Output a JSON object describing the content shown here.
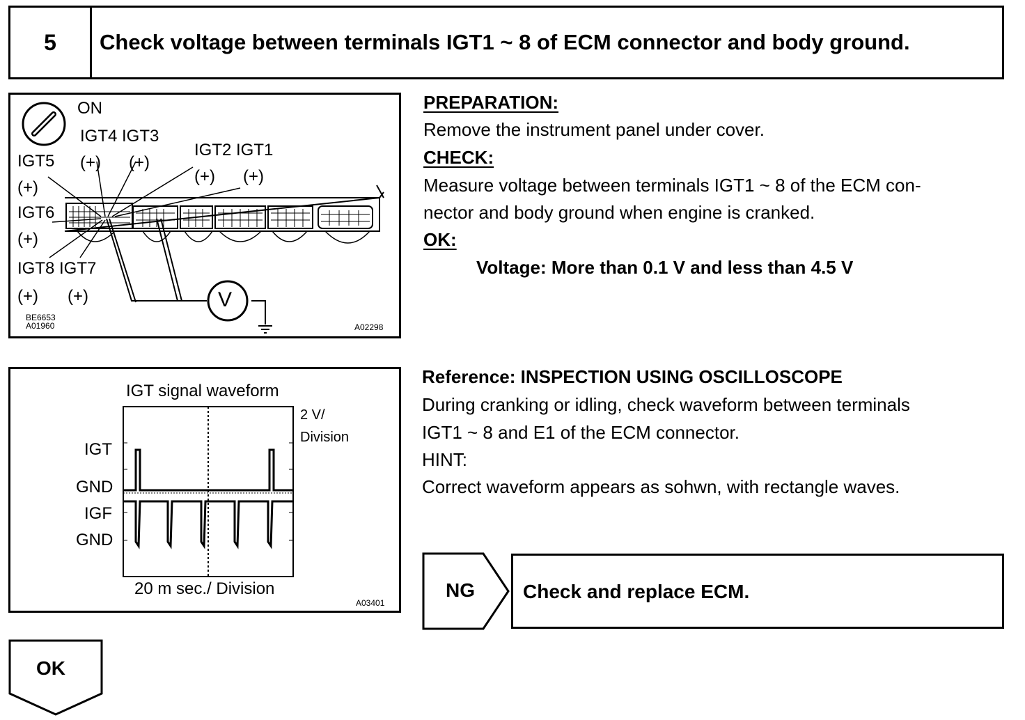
{
  "step": {
    "number": "5",
    "title": "Check voltage between terminals IGT1 ~ 8 of ECM connector and body ground."
  },
  "figure1": {
    "ignition_label": "ON",
    "terminals": {
      "igt4_igt3": "IGT4 IGT3",
      "igt4_plus": "(+)",
      "igt3_plus": "(+)",
      "igt2_igt1": "IGT2 IGT1",
      "igt2_plus": "(+)",
      "igt1_plus": "(+)",
      "igt5": "IGT5",
      "igt5_plus": "(+)",
      "igt6": "IGT6",
      "igt6_plus": "(+)",
      "igt8_igt7": "IGT8 IGT7",
      "igt8_plus": "(+)",
      "igt7_plus": "(+)"
    },
    "meter_symbol": "V",
    "code_left_1": "BE6653",
    "code_left_2": "A01960",
    "code_right": "A02298"
  },
  "preparation": {
    "heading": "PREPARATION:",
    "text": "Remove the instrument panel under cover."
  },
  "check": {
    "heading": "CHECK:",
    "line1": "Measure voltage between terminals IGT1 ~ 8 of the ECM con-",
    "line2": "nector and body ground when engine is cranked."
  },
  "ok_section": {
    "heading": "OK:",
    "spec": "Voltage: More than 0.1 V and less than 4.5 V"
  },
  "figure2": {
    "title": "IGT signal waveform",
    "scale_v_1": "2 V/",
    "scale_v_2": "Division",
    "label_igt": "IGT",
    "label_gnd1": "GND",
    "label_igf": "IGF",
    "label_gnd2": "GND",
    "scale_t": "20 m sec./ Division",
    "code": "A03401"
  },
  "reference": {
    "heading": "Reference: INSPECTION USING OSCILLOSCOPE",
    "line1": "During cranking or idling, check waveform between terminals",
    "line2": "IGT1 ~ 8 and E1 of the ECM connector.",
    "hint_label": "HINT:",
    "hint_text": "Correct waveform appears as sohwn, with rectangle waves."
  },
  "ng": {
    "label": "NG",
    "action": "Check and replace ECM."
  },
  "ok_arrow": {
    "label": "OK"
  }
}
